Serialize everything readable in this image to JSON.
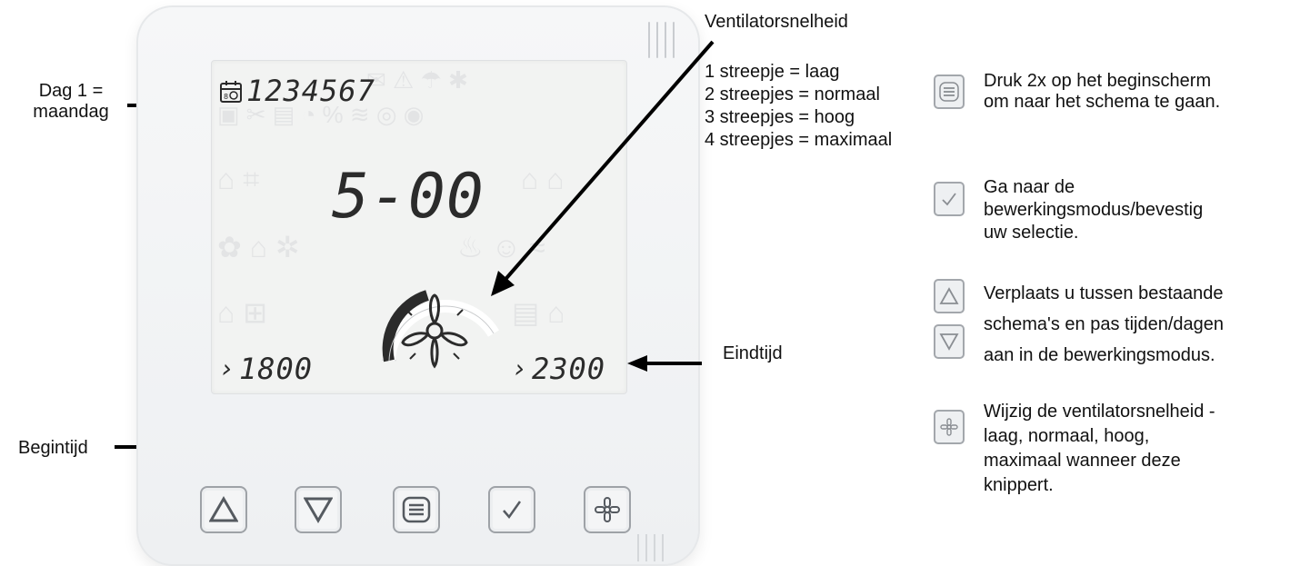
{
  "labels": {
    "day_label_line1": "Dag 1 =",
    "day_label_line2": "maandag",
    "start_label": "Begintijd",
    "end_label": "Eindtijd",
    "fan_title": "Ventilatorsnelheid",
    "fan_levels": [
      "1 streepje = laag",
      "2 streepjes = normaal",
      "3 streepjes = hoog",
      "4 streepjes = maximaal"
    ]
  },
  "display": {
    "days": "1234567",
    "program": "5-00",
    "start_time": "1800",
    "end_time": "2300",
    "fan_bars_active": 2,
    "fan_bars_total": 4
  },
  "buttons": [
    "up",
    "down",
    "menu",
    "check",
    "fan"
  ],
  "legend": [
    {
      "icon": "menu-icon",
      "lines": [
        "Druk 2x op het beginscherm",
        "om naar het schema te gaan."
      ]
    },
    {
      "icon": "check-icon",
      "lines": [
        "Ga naar de",
        "bewerkingsmodus/bevestig",
        "uw selectie."
      ]
    },
    {
      "icon": "up-down-icon",
      "lines": [
        "Verplaats u tussen bestaande",
        "schema's en pas tijden/dagen",
        "aan in de bewerkingsmodus."
      ]
    },
    {
      "icon": "fan-icon",
      "lines": [
        "Wijzig de ventilatorsnelheid -",
        "laag, normaal, hoog,",
        "maximaal wanneer deze",
        "knippert."
      ]
    }
  ],
  "colors": {
    "icon_border": "#9ea2a7",
    "screen_bg": "#f2f3f2",
    "segment": "#2b2b2b"
  }
}
